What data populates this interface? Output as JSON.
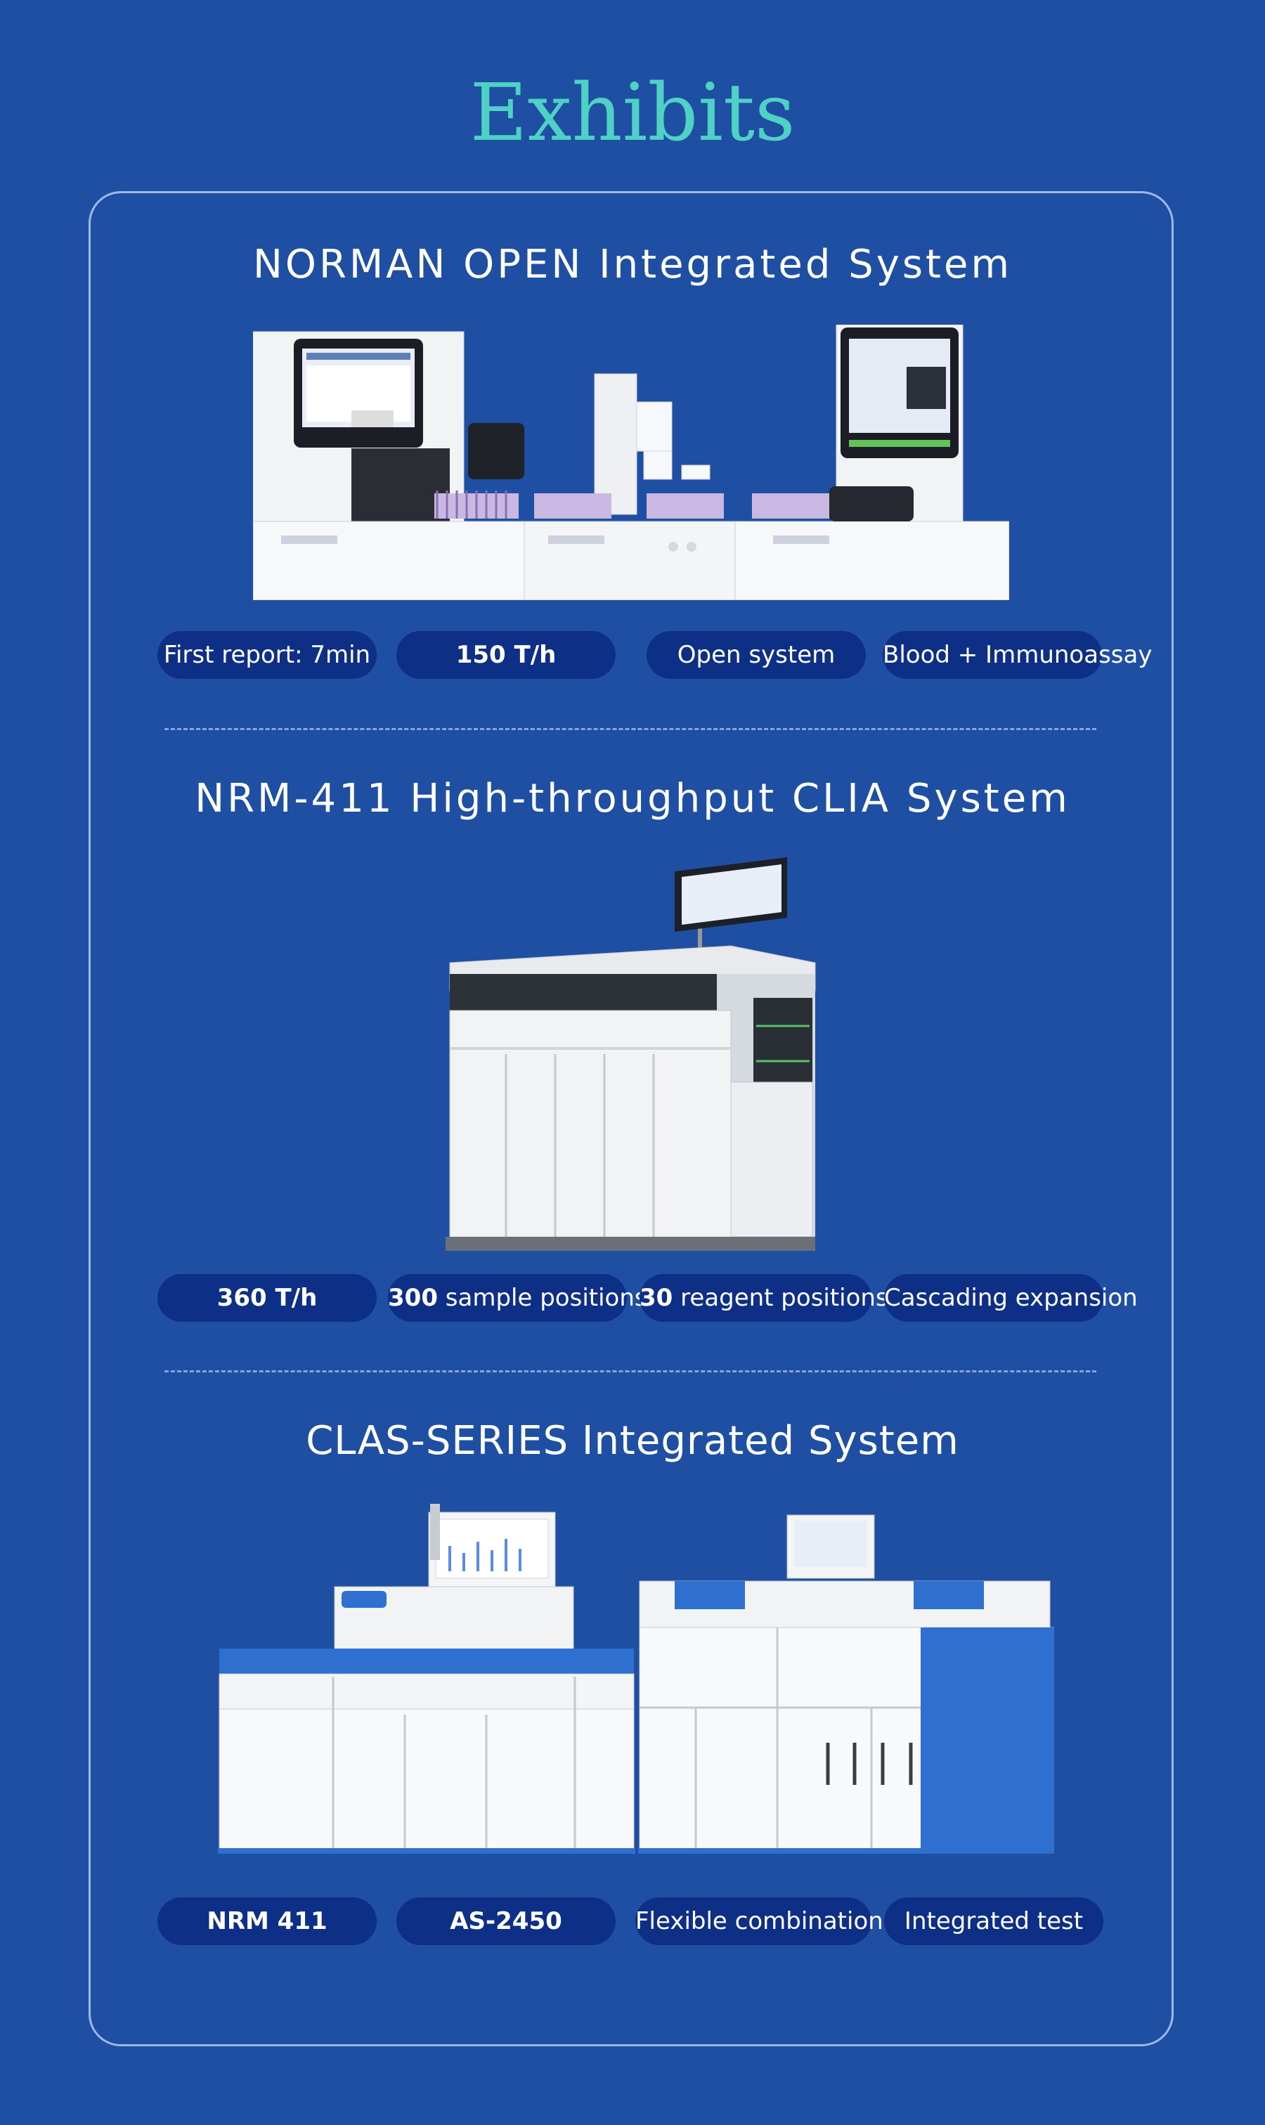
{
  "page": {
    "title": "Exhibits"
  },
  "sections": [
    {
      "title": "NORMAN OPEN Integrated System",
      "tags": [
        "First report: 7min",
        "150 T/h",
        "Open system",
        "Blood + Immunoassay"
      ]
    },
    {
      "title": "NRM-411 High-throughput CLIA System",
      "tags": [
        {
          "num": "360 T/h",
          "text": ""
        },
        {
          "num": "300",
          "text": " sample positions"
        },
        {
          "num": "30",
          "text": " reagent positions"
        },
        {
          "num": "",
          "text": "Cascading expansion"
        }
      ]
    },
    {
      "title": "CLAS-SERIES Integrated System",
      "tags": [
        "NRM 411",
        "AS-2450",
        "Flexible combination",
        "Integrated test"
      ]
    }
  ],
  "colors": {
    "background": "#1f4fa3",
    "title": "#4fd1c5",
    "pill": "#0e2f86",
    "accent_blue": "#2f6fd0"
  }
}
